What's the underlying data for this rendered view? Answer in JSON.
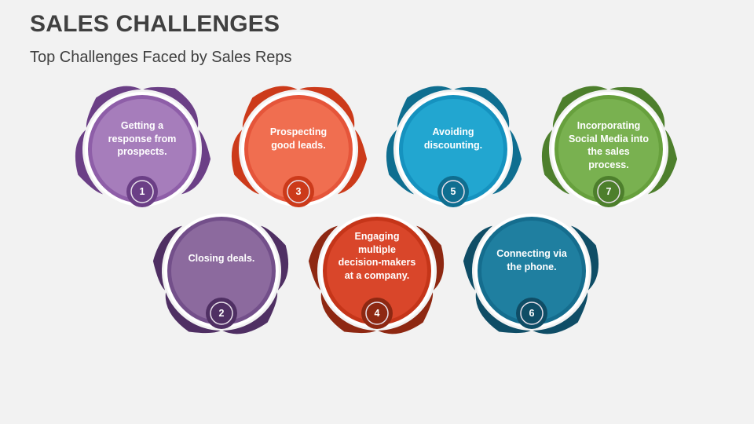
{
  "header": {
    "title": "SALES CHALLENGES",
    "subtitle": "Top Challenges Faced by Sales Reps"
  },
  "items": [
    {
      "number": "1",
      "text": "Getting a response from prospects.",
      "lines": [
        "Getting a",
        "response from",
        "prospects."
      ],
      "fill": "#a67dbb",
      "ring": "#8e5ea8",
      "dark": "#6b3f86",
      "row": "top"
    },
    {
      "number": "2",
      "text": "Closing deals.",
      "lines": [
        "Closing deals."
      ],
      "fill": "#8c6a9e",
      "ring": "#734f8a",
      "dark": "#4f2f63",
      "row": "bottom"
    },
    {
      "number": "3",
      "text": "Prospecting good leads.",
      "lines": [
        "Prospecting",
        "good leads."
      ],
      "fill": "#f06e50",
      "ring": "#e5553a",
      "dark": "#cc3a1a",
      "row": "top"
    },
    {
      "number": "4",
      "text": "Engaging multiple decision-makers at a company.",
      "lines": [
        "Engaging",
        "multiple",
        "decision-makers",
        "at a company."
      ],
      "fill": "#d9462a",
      "ring": "#c53519",
      "dark": "#8e2812",
      "row": "bottom"
    },
    {
      "number": "5",
      "text": "Avoiding discounting.",
      "lines": [
        "Avoiding",
        "discounting."
      ],
      "fill": "#22a6d0",
      "ring": "#1592bf",
      "dark": "#0f6e90",
      "row": "top"
    },
    {
      "number": "6",
      "text": "Connecting via the phone.",
      "lines": [
        "Connecting via",
        "the phone."
      ],
      "fill": "#1f7fa0",
      "ring": "#156d8e",
      "dark": "#0f4d66",
      "row": "bottom"
    },
    {
      "number": "7",
      "text": "Incorporating Social Media into the sales process.",
      "lines": [
        "Incorporating",
        "Social Media into",
        "the sales process."
      ],
      "fill": "#79b150",
      "ring": "#67a03d",
      "dark": "#4d7f2c",
      "row": "top"
    }
  ]
}
